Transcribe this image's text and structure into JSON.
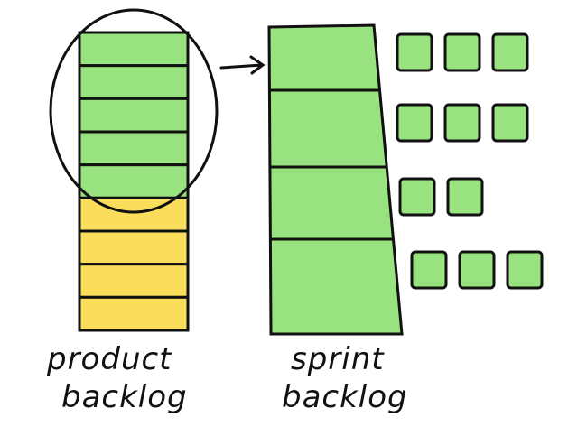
{
  "colors": {
    "green": "#98e27f",
    "yellow": "#f9dd5b",
    "ink": "#111111"
  },
  "product_backlog": {
    "label_line1": "product",
    "label_line2": "backlog",
    "green_items": 5,
    "yellow_items": 4
  },
  "sprint_backlog": {
    "label_line1": "sprint",
    "label_line2": "backlog",
    "items": 4,
    "task_rows": [
      3,
      3,
      2,
      3
    ]
  }
}
